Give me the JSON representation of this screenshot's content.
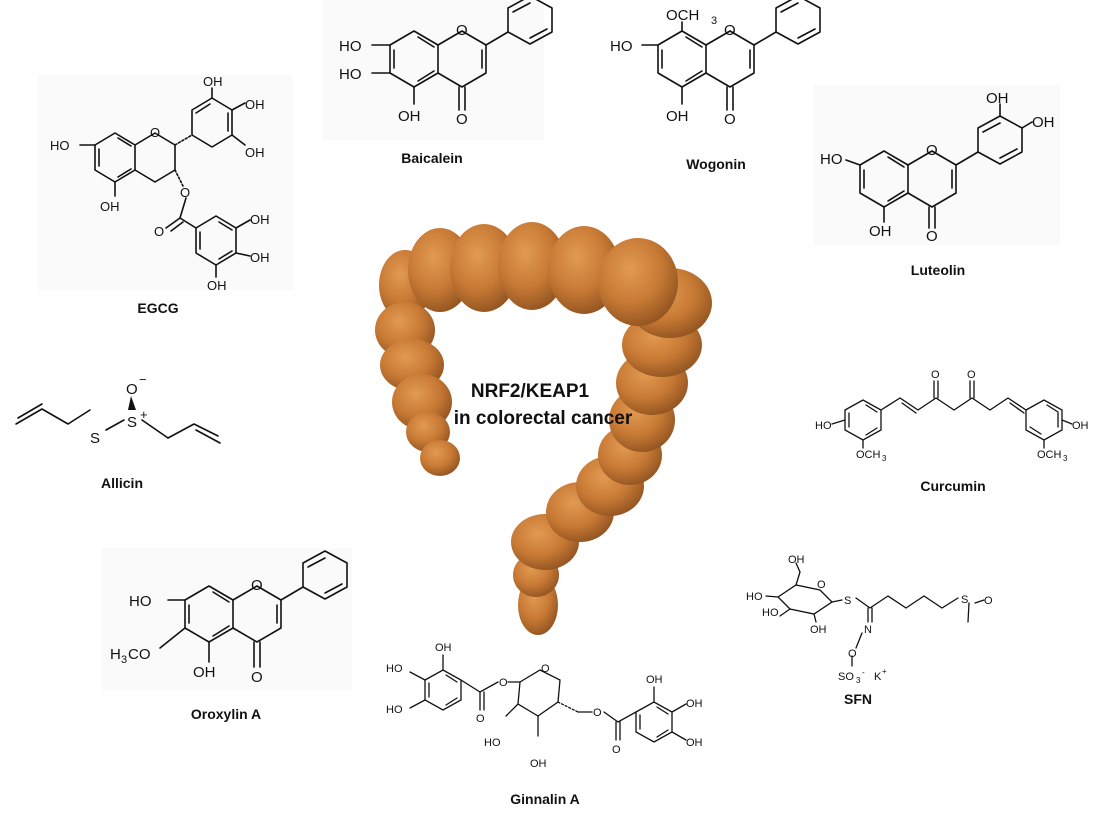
{
  "center": {
    "line1": "NRF2/KEAP1",
    "line2": "in colorectal cancer",
    "organ_color": "#c87a35",
    "organ_highlight": "#e0944a",
    "organ_shadow": "#9a5820"
  },
  "compounds": {
    "egcg": {
      "name": "EGCG",
      "oh": "OH",
      "ho": "HO",
      "o": "O"
    },
    "baicalein": {
      "name": "Baicalein",
      "ho": "HO",
      "oh": "OH",
      "o": "O"
    },
    "wogonin": {
      "name": "Wogonin",
      "ho": "HO",
      "oh": "OH",
      "o": "O",
      "och3": "OCH",
      "sub3": "3"
    },
    "luteolin": {
      "name": "Luteolin",
      "ho": "HO",
      "oh": "OH",
      "o": "O"
    },
    "allicin": {
      "name": "Allicin",
      "s": "S",
      "o": "O",
      "minus": "−",
      "plus": "+"
    },
    "curcumin": {
      "name": "Curcumin",
      "ho": "HO",
      "oh": "OH",
      "o": "O",
      "och": "OCH",
      "sub3": "3"
    },
    "oroxylin": {
      "name": "Oroxylin A",
      "ho": "HO",
      "oh": "OH",
      "o": "O",
      "h3co_h": "H",
      "h3co_3": "3",
      "h3co_co": "CO"
    },
    "ginnalin": {
      "name": "Ginnalin A",
      "ho": "HO",
      "oh": "OH",
      "o": "O"
    },
    "sfn": {
      "name": "SFN",
      "ho": "HO",
      "oh": "OH",
      "o": "O",
      "s": "S",
      "n": "N",
      "so3": "SO",
      "so3_sub": "3",
      "minus": "-",
      "k": "K",
      "plus": "+"
    }
  }
}
